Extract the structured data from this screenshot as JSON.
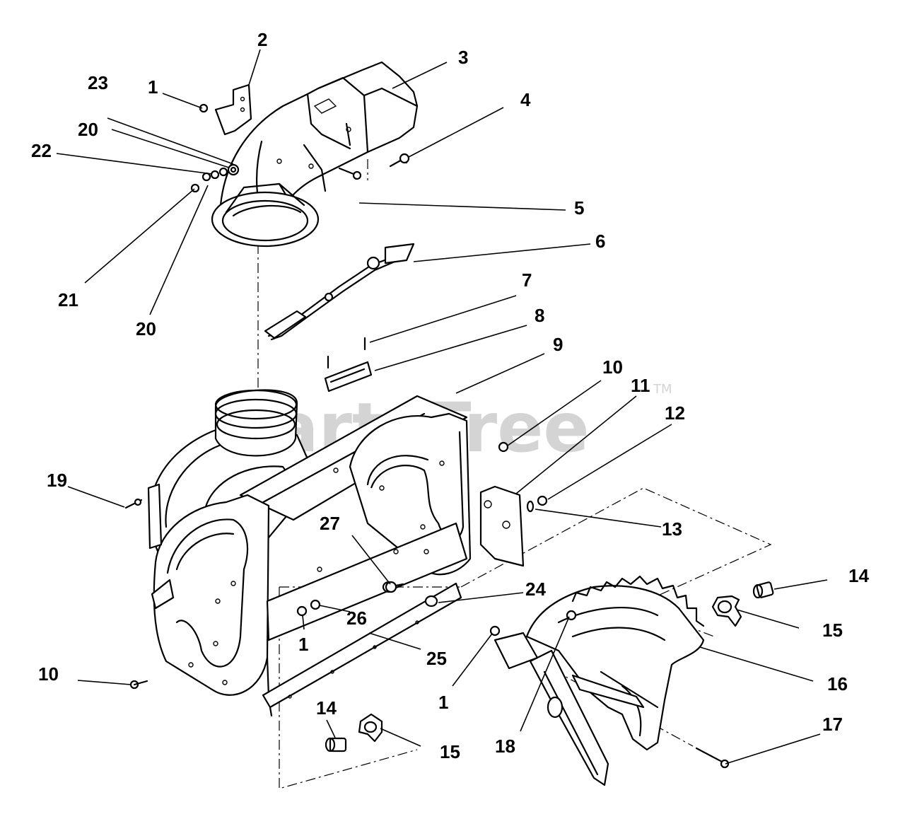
{
  "watermark": {
    "text": "PartsTree",
    "trademark": "TM"
  },
  "callouts": [
    {
      "id": "c1a",
      "label": "1"
    },
    {
      "id": "c2",
      "label": "2"
    },
    {
      "id": "c3",
      "label": "3"
    },
    {
      "id": "c4",
      "label": "4"
    },
    {
      "id": "c5",
      "label": "5"
    },
    {
      "id": "c6",
      "label": "6"
    },
    {
      "id": "c7",
      "label": "7"
    },
    {
      "id": "c8",
      "label": "8"
    },
    {
      "id": "c9",
      "label": "9"
    },
    {
      "id": "c10a",
      "label": "10"
    },
    {
      "id": "c11",
      "label": "11"
    },
    {
      "id": "c12",
      "label": "12"
    },
    {
      "id": "c13",
      "label": "13"
    },
    {
      "id": "c14a",
      "label": "14"
    },
    {
      "id": "c15a",
      "label": "15"
    },
    {
      "id": "c16",
      "label": "16"
    },
    {
      "id": "c17",
      "label": "17"
    },
    {
      "id": "c18",
      "label": "18"
    },
    {
      "id": "c19",
      "label": "19"
    },
    {
      "id": "c20a",
      "label": "20"
    },
    {
      "id": "c20b",
      "label": "20"
    },
    {
      "id": "c21",
      "label": "21"
    },
    {
      "id": "c22",
      "label": "22"
    },
    {
      "id": "c23",
      "label": "23"
    },
    {
      "id": "c24",
      "label": "24"
    },
    {
      "id": "c25",
      "label": "25"
    },
    {
      "id": "c26",
      "label": "26"
    },
    {
      "id": "c27",
      "label": "27"
    },
    {
      "id": "c1b",
      "label": "1"
    },
    {
      "id": "c1c",
      "label": "1"
    },
    {
      "id": "c10b",
      "label": "10"
    },
    {
      "id": "c14b",
      "label": "14"
    },
    {
      "id": "c15b",
      "label": "15"
    }
  ]
}
